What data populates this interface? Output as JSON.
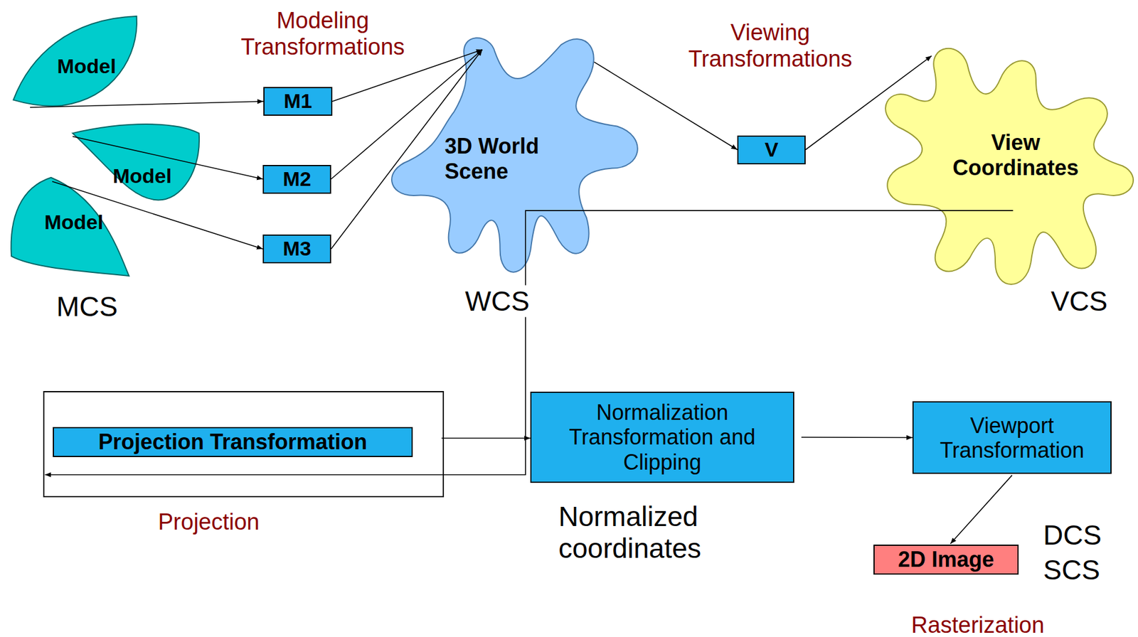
{
  "diagram": {
    "nodes": [
      {
        "text": [
          "Model"
        ]
      },
      {
        "text": [
          "Model"
        ]
      },
      {
        "text": [
          "Model"
        ]
      },
      {
        "text": [
          "M1"
        ]
      },
      {
        "text": [
          "M2"
        ]
      },
      {
        "text": [
          "M3"
        ]
      },
      {
        "text": [
          "3D World Scene"
        ]
      },
      {
        "text": [
          "V"
        ]
      },
      {
        "text": [
          "View Coordinates"
        ]
      },
      {
        "text": [
          "Projection Transformation"
        ]
      },
      {
        "text": [
          "Normalization Transformation and Clipping"
        ]
      },
      {
        "text": [
          "Viewport Transformation"
        ]
      },
      {
        "text": [
          "2D Image"
        ]
      }
    ],
    "edges": [
      {
        "from": 0,
        "to": 3,
        "arrow": "to"
      },
      {
        "from": 1,
        "to": 4,
        "arrow": "to"
      },
      {
        "from": 2,
        "to": 5,
        "arrow": "to"
      },
      {
        "from": 3,
        "to": 6,
        "arrow": "to"
      },
      {
        "from": 4,
        "to": 6,
        "arrow": "to"
      },
      {
        "from": 5,
        "to": 6,
        "arrow": "to"
      },
      {
        "from": 6,
        "to": 7,
        "arrow": "to"
      },
      {
        "from": 7,
        "to": 8,
        "arrow": "to"
      },
      {
        "from": 8,
        "to": 9,
        "arrow": "to"
      },
      {
        "from": 9,
        "to": 10,
        "arrow": "to"
      },
      {
        "from": 10,
        "to": 11,
        "arrow": "to"
      },
      {
        "from": 11,
        "to": 12,
        "arrow": "to"
      }
    ],
    "labels": [
      "Modeling Transformations",
      "Viewing Transformations",
      "MCS",
      "WCS",
      "VCS",
      "Projection",
      "Normalized coordinates",
      "DCS",
      "SCS",
      "Rasterization"
    ]
  }
}
